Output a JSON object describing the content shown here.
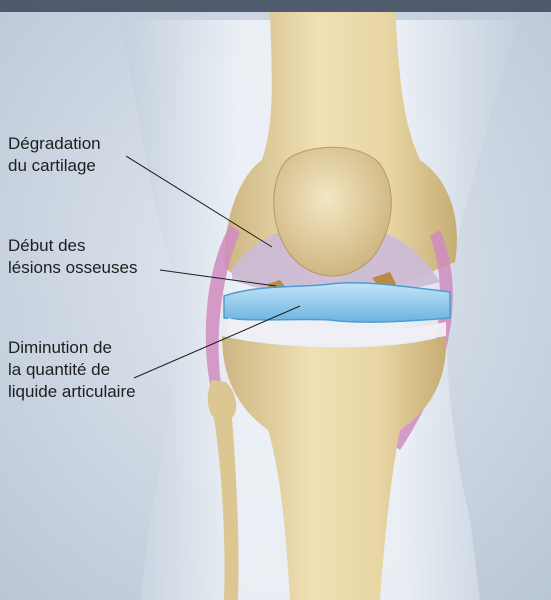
{
  "labels": {
    "cartilage": {
      "line1": "Dégradation",
      "line2": "du cartilage"
    },
    "bone": {
      "line1": "Début des",
      "line2": "lésions osseuses"
    },
    "fluid": {
      "line1": "Diminution de",
      "line2": "la quantité de",
      "line3": "liquide articulaire"
    }
  },
  "colors": {
    "background": "#cfd8e4",
    "skin": "#e6ebf2",
    "bone": "#e7d6a6",
    "bone_shadow": "#c9b27a",
    "cartilage": "#cbbad8",
    "fluid": "#8ec8ea",
    "ligament": "#d08bbf",
    "lesion": "#b98a42"
  }
}
